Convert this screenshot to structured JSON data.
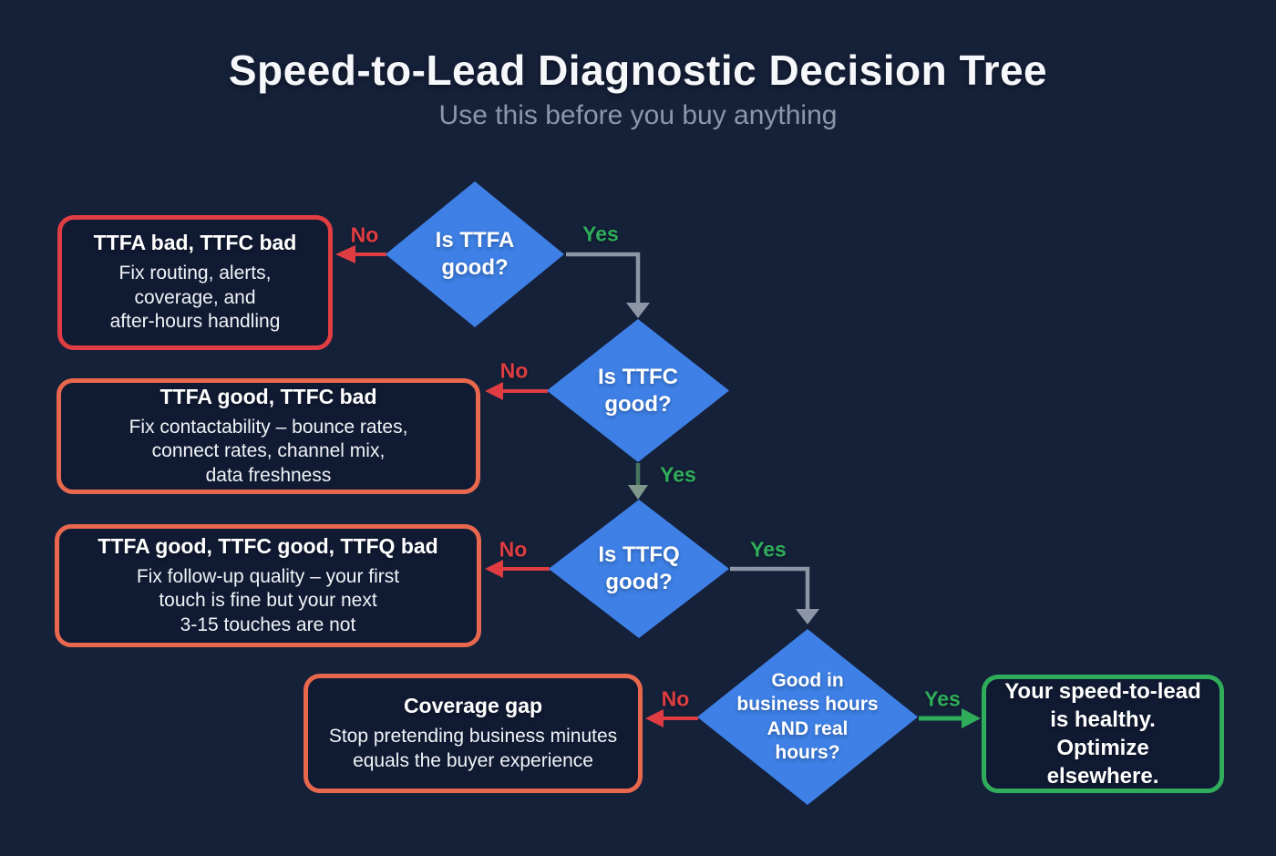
{
  "header": {
    "title": "Speed-to-Lead Diagnostic Decision Tree",
    "subtitle": "Use this before you buy anything"
  },
  "labels": {
    "yes": "Yes",
    "no": "No"
  },
  "decisions": {
    "ttfa": "Is TTFA\ngood?",
    "ttfc": "Is TTFC\ngood?",
    "ttfq": "Is TTFQ\ngood?",
    "hours": "Good in\nbusiness hours\nAND real\nhours?"
  },
  "outcomes": {
    "ttfa_bad": {
      "title": "TTFA bad, TTFC bad",
      "body": "Fix routing, alerts,\ncoverage, and\nafter-hours handling"
    },
    "ttfc_bad": {
      "title": "TTFA good, TTFC bad",
      "body": "Fix contactability – bounce rates,\nconnect rates, channel mix,\ndata freshness"
    },
    "ttfq_bad": {
      "title": "TTFA good, TTFC good, TTFQ bad",
      "body": "Fix follow-up quality – your first\ntouch is fine but your next\n3-15 touches are not"
    },
    "coverage_gap": {
      "title": "Coverage gap",
      "body": "Stop pretending business minutes\nequals the buyer experience"
    },
    "healthy": {
      "title": "Your speed-to-lead\nis healthy. Optimize\nelsewhere."
    }
  },
  "colors": {
    "bg": "#152039",
    "node-blue": "#3e80e6",
    "edge-red": "#df3d41",
    "edge-orange": "#e8684d",
    "edge-green": "#2fad5a",
    "edge-green-dim": "#47775f",
    "arrow-green-dim": "#7e998c",
    "edge-gray": "#8d96a6",
    "text-primary": "#f5f7fa",
    "text-muted": "#8d97aa"
  }
}
